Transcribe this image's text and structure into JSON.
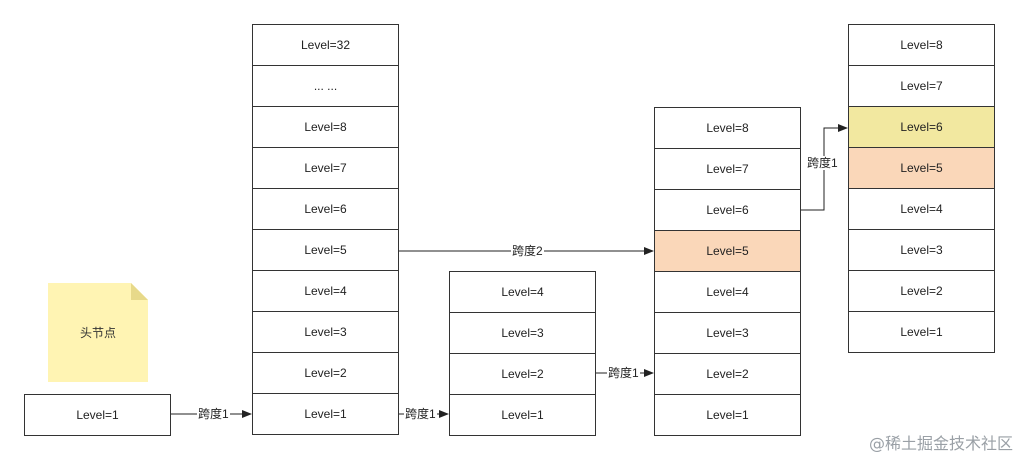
{
  "head_node": {
    "label": "头节点",
    "level": "Level=1"
  },
  "columns": [
    {
      "levels": [
        "Level=32",
        "... ...",
        "Level=8",
        "Level=7",
        "Level=6",
        "Level=5",
        "Level=4",
        "Level=3",
        "Level=2",
        "Level=1"
      ]
    },
    {
      "levels": [
        "Level=4",
        "Level=3",
        "Level=2",
        "Level=1"
      ]
    },
    {
      "levels": [
        "Level=8",
        "Level=7",
        "Level=6",
        "Level=5",
        "Level=4",
        "Level=3",
        "Level=2",
        "Level=1"
      ]
    },
    {
      "levels": [
        "Level=8",
        "Level=7",
        "Level=6",
        "Level=5",
        "Level=4",
        "Level=3",
        "Level=2",
        "Level=1"
      ]
    }
  ],
  "arrows": {
    "head_to_col1": "跨度1",
    "col1_to_col2": "跨度1",
    "col2_to_col3": "跨度1",
    "col1_to_col3": "跨度2",
    "col3_to_col4": "跨度1"
  },
  "colors": {
    "orange_highlight": "#fad7b9",
    "yellow_highlight": "#f2e8a0",
    "note": "#fff4b3"
  },
  "watermark": "@稀土掘金技术社区"
}
